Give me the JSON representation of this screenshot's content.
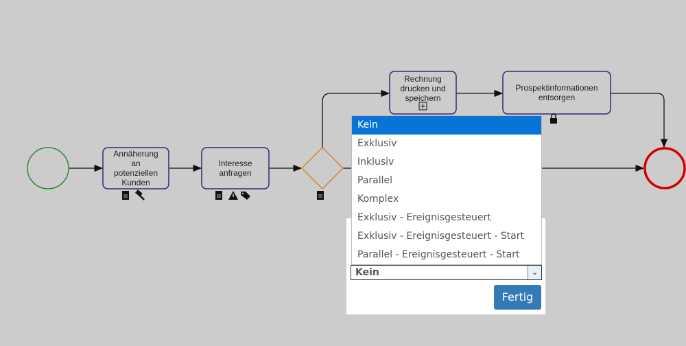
{
  "diagram": {
    "tasks": [
      {
        "id": "t1",
        "lines": [
          "Annäherung",
          "an",
          "potenziellen",
          "Kunden"
        ],
        "markers": [
          "document-icon",
          "hammer-icon"
        ]
      },
      {
        "id": "t2",
        "lines": [
          "Interesse",
          "anfragen"
        ],
        "markers": [
          "document-icon",
          "warning-icon",
          "tag-icon"
        ]
      },
      {
        "id": "t3",
        "lines": [
          "Rechnung",
          "drucken und",
          "speichern"
        ],
        "markers": [
          "subprocess-plus-icon"
        ]
      },
      {
        "id": "t4",
        "lines": [
          "Prospektinformationen",
          "entsorgen"
        ],
        "markers": [
          "lock-icon"
        ]
      }
    ],
    "gateway_markers": [
      "document-icon"
    ],
    "colors": {
      "task_border": "#2e2a7a",
      "start": "#2e8b2e",
      "end": "#d40000",
      "gateway": "#d4882a"
    }
  },
  "gateway_type_picker": {
    "options": [
      "Kein",
      "Exklusiv",
      "Inklusiv",
      "Parallel",
      "Komplex",
      "Exklusiv - Ereignisgesteuert",
      "Exklusiv - Ereignisgesteuert - Start",
      "Parallel - Ereignisgesteuert - Start"
    ],
    "highlighted": "Kein",
    "selected_value": "Kein",
    "done_label": "Fertig"
  }
}
